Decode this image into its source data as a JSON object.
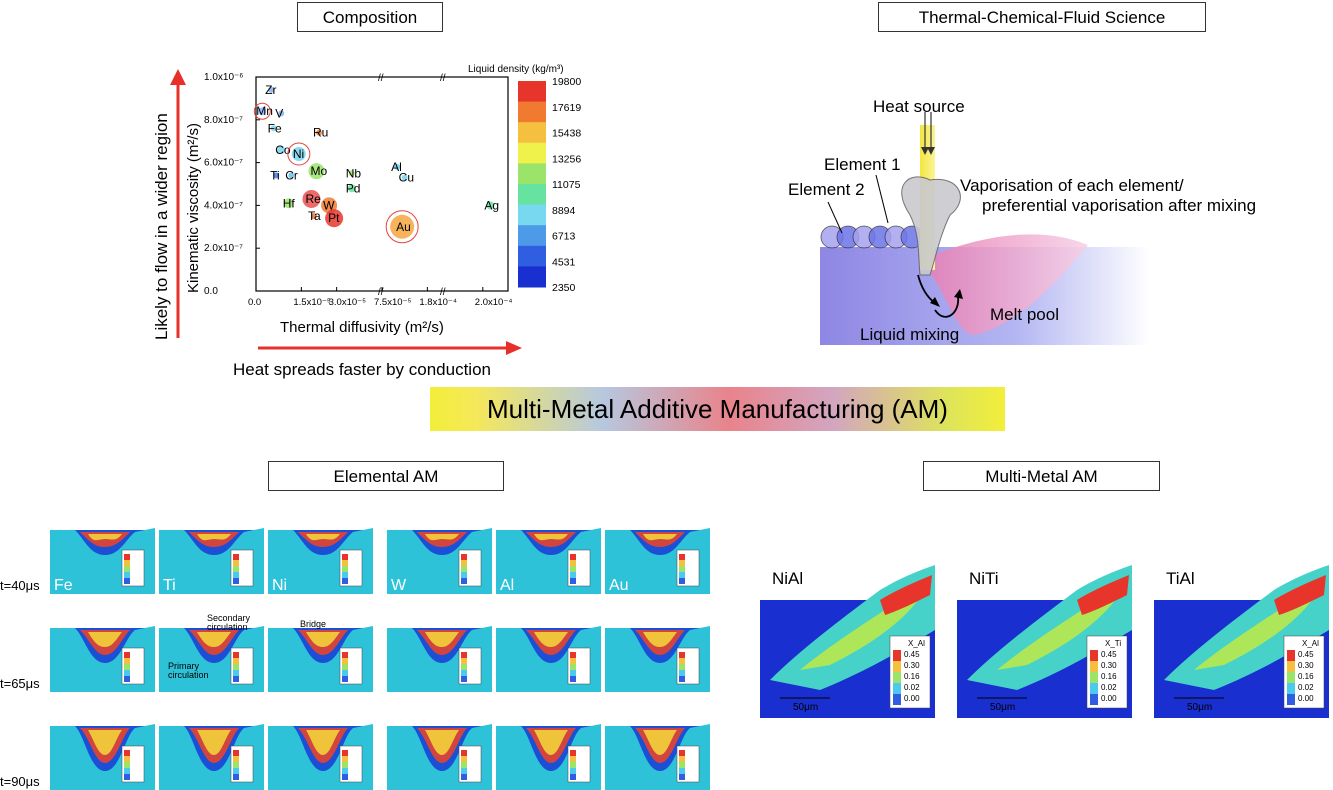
{
  "labels": {
    "composition": "Composition",
    "tcfs": "Thermal-Chemical-Fluid Science",
    "elemental": "Elemental AM",
    "multimetal": "Multi-Metal AM",
    "banner": "Multi-Metal Additive Manufacturing (AM)",
    "flow_arrow": "Likely to flow in a wider region",
    "heat_arrow": "Heat spreads faster by conduction"
  },
  "colors": {
    "red_arrow": "#e8302a",
    "colorbar": [
      "#e8352b",
      "#f07a2f",
      "#f5c040",
      "#eef24a",
      "#9be46a",
      "#66e3a0",
      "#78d8ef",
      "#4c9ae8",
      "#2f5fe0",
      "#1a2fcf"
    ]
  },
  "chart_data": {
    "type": "scatter",
    "xlabel": "Thermal diffusivity (m²/s)",
    "ylabel": "Kinematic viscosity (m²/s)",
    "xticks": [
      "0.0",
      "1.5x10⁻⁵",
      "3.0x10⁻⁵",
      "7.5x10⁻⁵",
      "1.8x10⁻⁴",
      "2.0x10⁻⁴"
    ],
    "yticks": [
      "0.0",
      "2.0x10⁻⁷",
      "4.0x10⁻⁷",
      "6.0x10⁻⁷",
      "8.0x10⁻⁷",
      "1.0x10⁻⁶"
    ],
    "colorbar_title": "Liquid density (kg/m³)",
    "colorbar_ticks": [
      "19800",
      "17619",
      "15438",
      "13256",
      "11075",
      "8894",
      "6713",
      "4531",
      "2350"
    ],
    "points": [
      {
        "label": "Zr",
        "x": 0.06,
        "y": 0.06,
        "color": "#7fb0ea",
        "r": 3
      },
      {
        "label": "Mn",
        "x": 0.025,
        "y": 0.16,
        "color": "#8db4ff",
        "r": 4,
        "ring": true
      },
      {
        "label": "V",
        "x": 0.1,
        "y": 0.17,
        "color": "#7fb0ea",
        "r": 3
      },
      {
        "label": "Fe",
        "x": 0.07,
        "y": 0.24,
        "color": "#79d3ee",
        "r": 3
      },
      {
        "label": "Ru",
        "x": 0.25,
        "y": 0.26,
        "color": "#f07a2f",
        "r": 3
      },
      {
        "label": "Co",
        "x": 0.1,
        "y": 0.34,
        "color": "#79d3ee",
        "r": 4
      },
      {
        "label": "Ni",
        "x": 0.17,
        "y": 0.36,
        "color": "#79d3ee",
        "r": 7,
        "ring": true
      },
      {
        "label": "Mo",
        "x": 0.24,
        "y": 0.44,
        "color": "#9be46a",
        "r": 8
      },
      {
        "label": "Ti",
        "x": 0.08,
        "y": 0.46,
        "color": "#3e7ee6",
        "r": 3
      },
      {
        "label": "Cr",
        "x": 0.14,
        "y": 0.46,
        "color": "#6bbde8",
        "r": 3
      },
      {
        "label": "Nb",
        "x": 0.38,
        "y": 0.45,
        "color": "#a4e06a",
        "r": 3
      },
      {
        "label": "Al",
        "x": 0.56,
        "y": 0.42,
        "color": "#66d1ef",
        "r": 3
      },
      {
        "label": "Cu",
        "x": 0.59,
        "y": 0.47,
        "color": "#79d3ee",
        "r": 3
      },
      {
        "label": "Pd",
        "x": 0.38,
        "y": 0.52,
        "color": "#66e3a0",
        "r": 4
      },
      {
        "label": "Re",
        "x": 0.22,
        "y": 0.57,
        "color": "#e85050",
        "r": 9
      },
      {
        "label": "W",
        "x": 0.29,
        "y": 0.6,
        "color": "#f07a2f",
        "r": 8
      },
      {
        "label": "Hf",
        "x": 0.13,
        "y": 0.59,
        "color": "#9be46a",
        "r": 5
      },
      {
        "label": "Ta",
        "x": 0.23,
        "y": 0.65,
        "color": "#f07a2f",
        "r": 3
      },
      {
        "label": "Pt",
        "x": 0.31,
        "y": 0.66,
        "color": "#e8352b",
        "r": 9
      },
      {
        "label": "Au",
        "x": 0.58,
        "y": 0.7,
        "color": "#f5a640",
        "r": 12,
        "ring": true
      },
      {
        "label": "Ag",
        "x": 0.93,
        "y": 0.6,
        "color": "#66e3a0",
        "r": 4
      }
    ]
  },
  "schematic": {
    "heat_source": "Heat source",
    "element1": "Element 1",
    "element2": "Element 2",
    "vapor1": "Vaporisation of each element/",
    "vapor2": "preferential vaporisation after mixing",
    "melt_pool": "Melt pool",
    "liquid_mixing": "Liquid mixing"
  },
  "elemental": {
    "row_labels": [
      "t=40μs",
      "t=65μs",
      "t=90μs"
    ],
    "metals": [
      "Fe",
      "Ti",
      "Ni",
      "W",
      "Al",
      "Au"
    ],
    "annotations": {
      "secondary": "Secondary circulation",
      "primary": "Primary circulation",
      "bridge": "Bridge"
    }
  },
  "multimetal": {
    "panels": [
      {
        "title": "NiAl",
        "legend": "X_Al",
        "ticks": [
          "0.45",
          "0.30",
          "0.16",
          "0.02",
          "0.00"
        ],
        "scale": "50μm"
      },
      {
        "title": "NiTi",
        "legend": "X_Ti",
        "ticks": [
          "0.45",
          "0.30",
          "0.16",
          "0.02",
          "0.00"
        ],
        "scale": "50μm"
      },
      {
        "title": "TiAl",
        "legend": "X_Al",
        "ticks": [
          "0.45",
          "0.30",
          "0.16",
          "0.02",
          "0.00"
        ],
        "scale": "50μm"
      }
    ]
  }
}
